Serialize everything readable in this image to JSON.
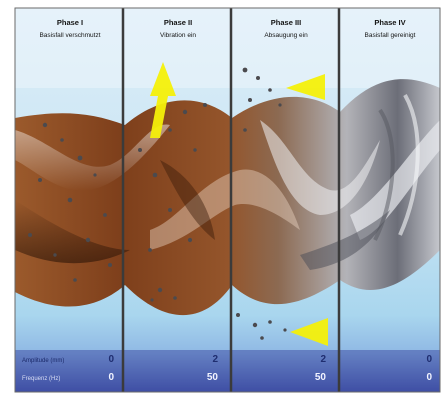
{
  "phases": [
    {
      "title": "Phase I",
      "subtitle": "Basisfall verschmutzt"
    },
    {
      "title": "Phase II",
      "subtitle": "Vibration ein"
    },
    {
      "title": "Phase III",
      "subtitle": "Absaugung ein"
    },
    {
      "title": "Phase IV",
      "subtitle": "Basisfall gereinigt"
    }
  ],
  "rows": {
    "amplitude": {
      "label": "Amplitude (mm)",
      "values": [
        "0",
        "2",
        "2",
        "0"
      ]
    },
    "frequency": {
      "label": "Frequenz (Hz)",
      "values": [
        "0",
        "50",
        "50",
        "0"
      ]
    }
  },
  "colors": {
    "sky_top": "#d8ecf7",
    "sky_bottom": "#a9d6ee",
    "divider": "#3b3b3b",
    "footer": "#3e4da3",
    "arrow": "#f4f00a",
    "screw_dirty": "#8a4a22",
    "screw_clean": "#9b9ea6"
  },
  "icons": [
    "upward-arrow-icon",
    "leftward-arrow-icon",
    "dirt-particle-icon"
  ]
}
